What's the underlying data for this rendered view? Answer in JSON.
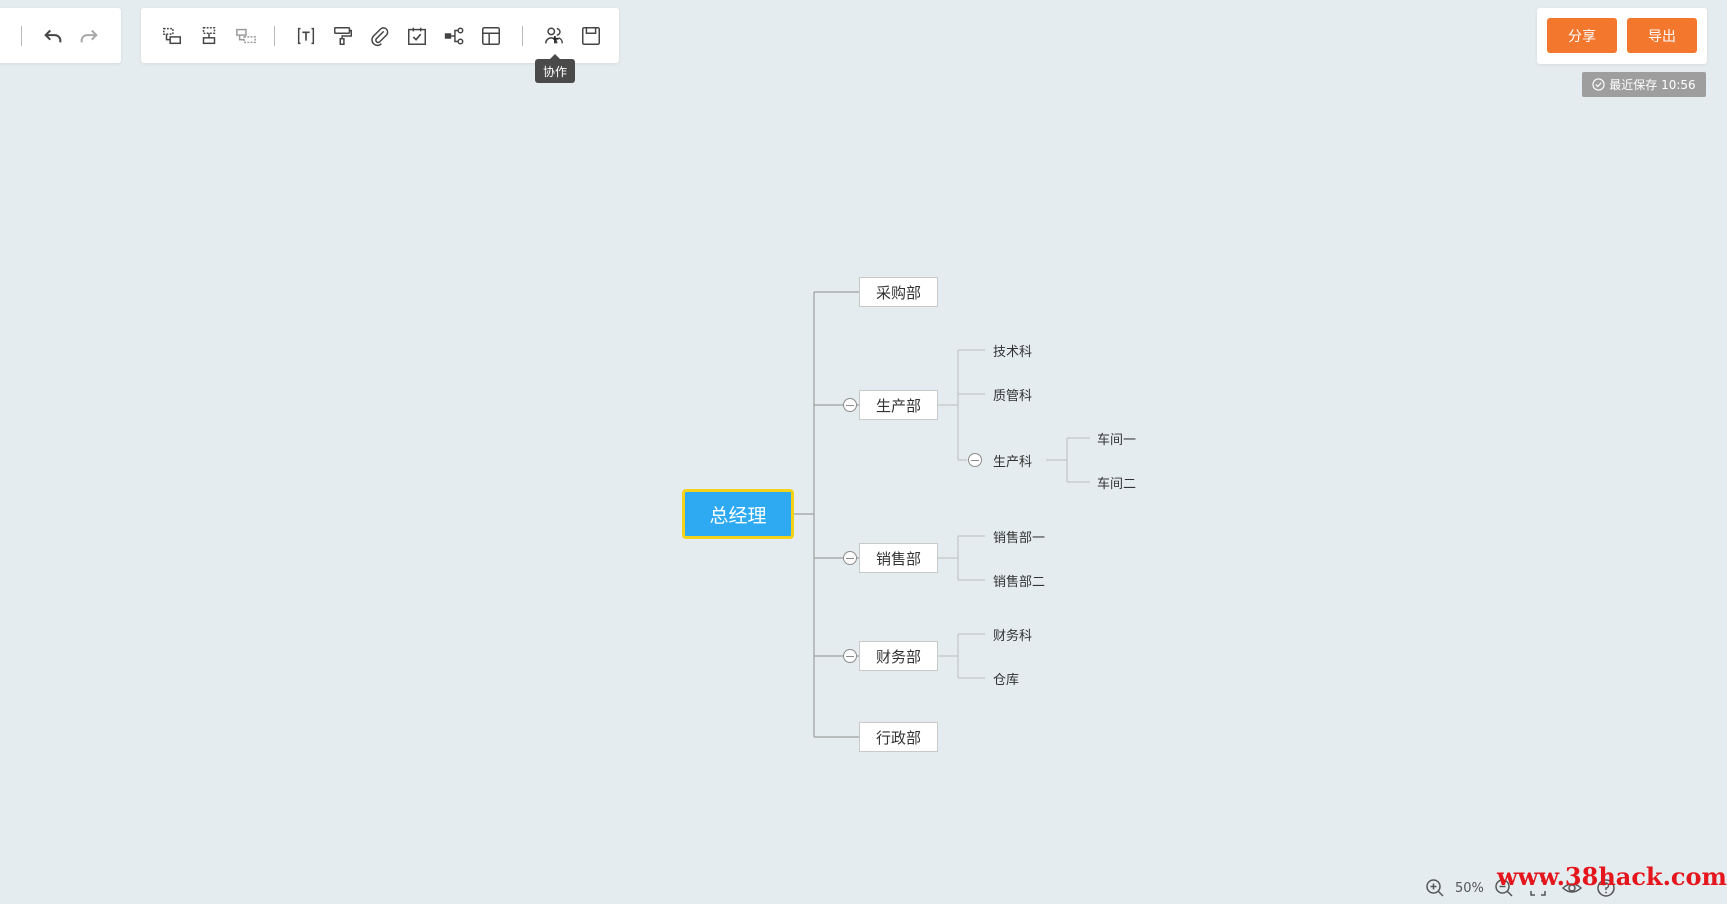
{
  "toolbar": {
    "history": [
      {
        "name": "undo-button",
        "icon": "undo-icon"
      },
      {
        "name": "redo-button",
        "icon": "redo-icon"
      }
    ],
    "tools": [
      {
        "name": "insert-child-button",
        "icon": "insert-child-icon"
      },
      {
        "name": "insert-sibling-button",
        "icon": "insert-sibling-icon"
      },
      {
        "name": "insert-parent-button",
        "icon": "insert-parent-icon"
      },
      {
        "name": "text-style-button",
        "icon": "text-icon"
      },
      {
        "name": "format-painter-button",
        "icon": "paint-roller-icon"
      },
      {
        "name": "attachment-button",
        "icon": "paperclip-icon"
      },
      {
        "name": "task-button",
        "icon": "calendar-check-icon"
      },
      {
        "name": "structure-button",
        "icon": "structure-icon"
      },
      {
        "name": "layout-button",
        "icon": "layout-icon"
      },
      {
        "name": "collaborate-button",
        "icon": "collaborate-icon"
      },
      {
        "name": "save-button",
        "icon": "save-icon"
      }
    ],
    "tooltip": "协作"
  },
  "actions": {
    "share": "分享",
    "export": "导出"
  },
  "save_status": {
    "text": "最近保存 10:56",
    "icon": "check-circle-icon"
  },
  "mindmap": {
    "root": "总经理",
    "departments": [
      {
        "label": "采购部",
        "children": []
      },
      {
        "label": "生产部",
        "children": [
          {
            "label": "技术科"
          },
          {
            "label": "质管科"
          },
          {
            "label": "生产科",
            "children": [
              {
                "label": "车间一"
              },
              {
                "label": "车间二"
              }
            ]
          }
        ]
      },
      {
        "label": "销售部",
        "children": [
          {
            "label": "销售部一"
          },
          {
            "label": "销售部二"
          }
        ]
      },
      {
        "label": "财务部",
        "children": [
          {
            "label": "财务科"
          },
          {
            "label": "仓库"
          }
        ]
      },
      {
        "label": "行政部",
        "children": []
      }
    ]
  },
  "zoom": {
    "level": "50%"
  },
  "watermark": "www.38hack.com",
  "colors": {
    "accent": "#f4772e",
    "root_fill": "#2eaaf3",
    "root_border": "#f5d21a",
    "canvas": "#e5ecf0"
  }
}
